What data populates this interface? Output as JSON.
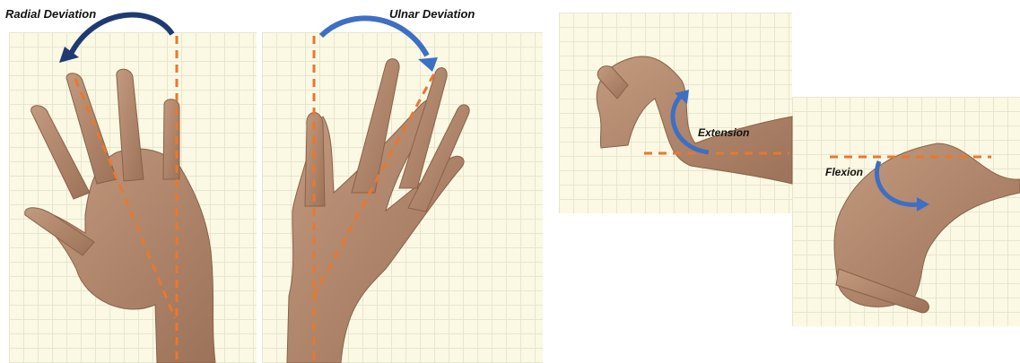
{
  "labels": {
    "radial": "Radial Deviation",
    "ulnar": "Ulnar Deviation",
    "extension": "Extension",
    "flexion": "Flexion"
  },
  "colors": {
    "grid_background": "#fbf9e3",
    "skin": "#b08468",
    "axis_dash": "#e8782f",
    "arrow_radial": "#1f3a73",
    "arrow_other": "#3d6fc4"
  }
}
